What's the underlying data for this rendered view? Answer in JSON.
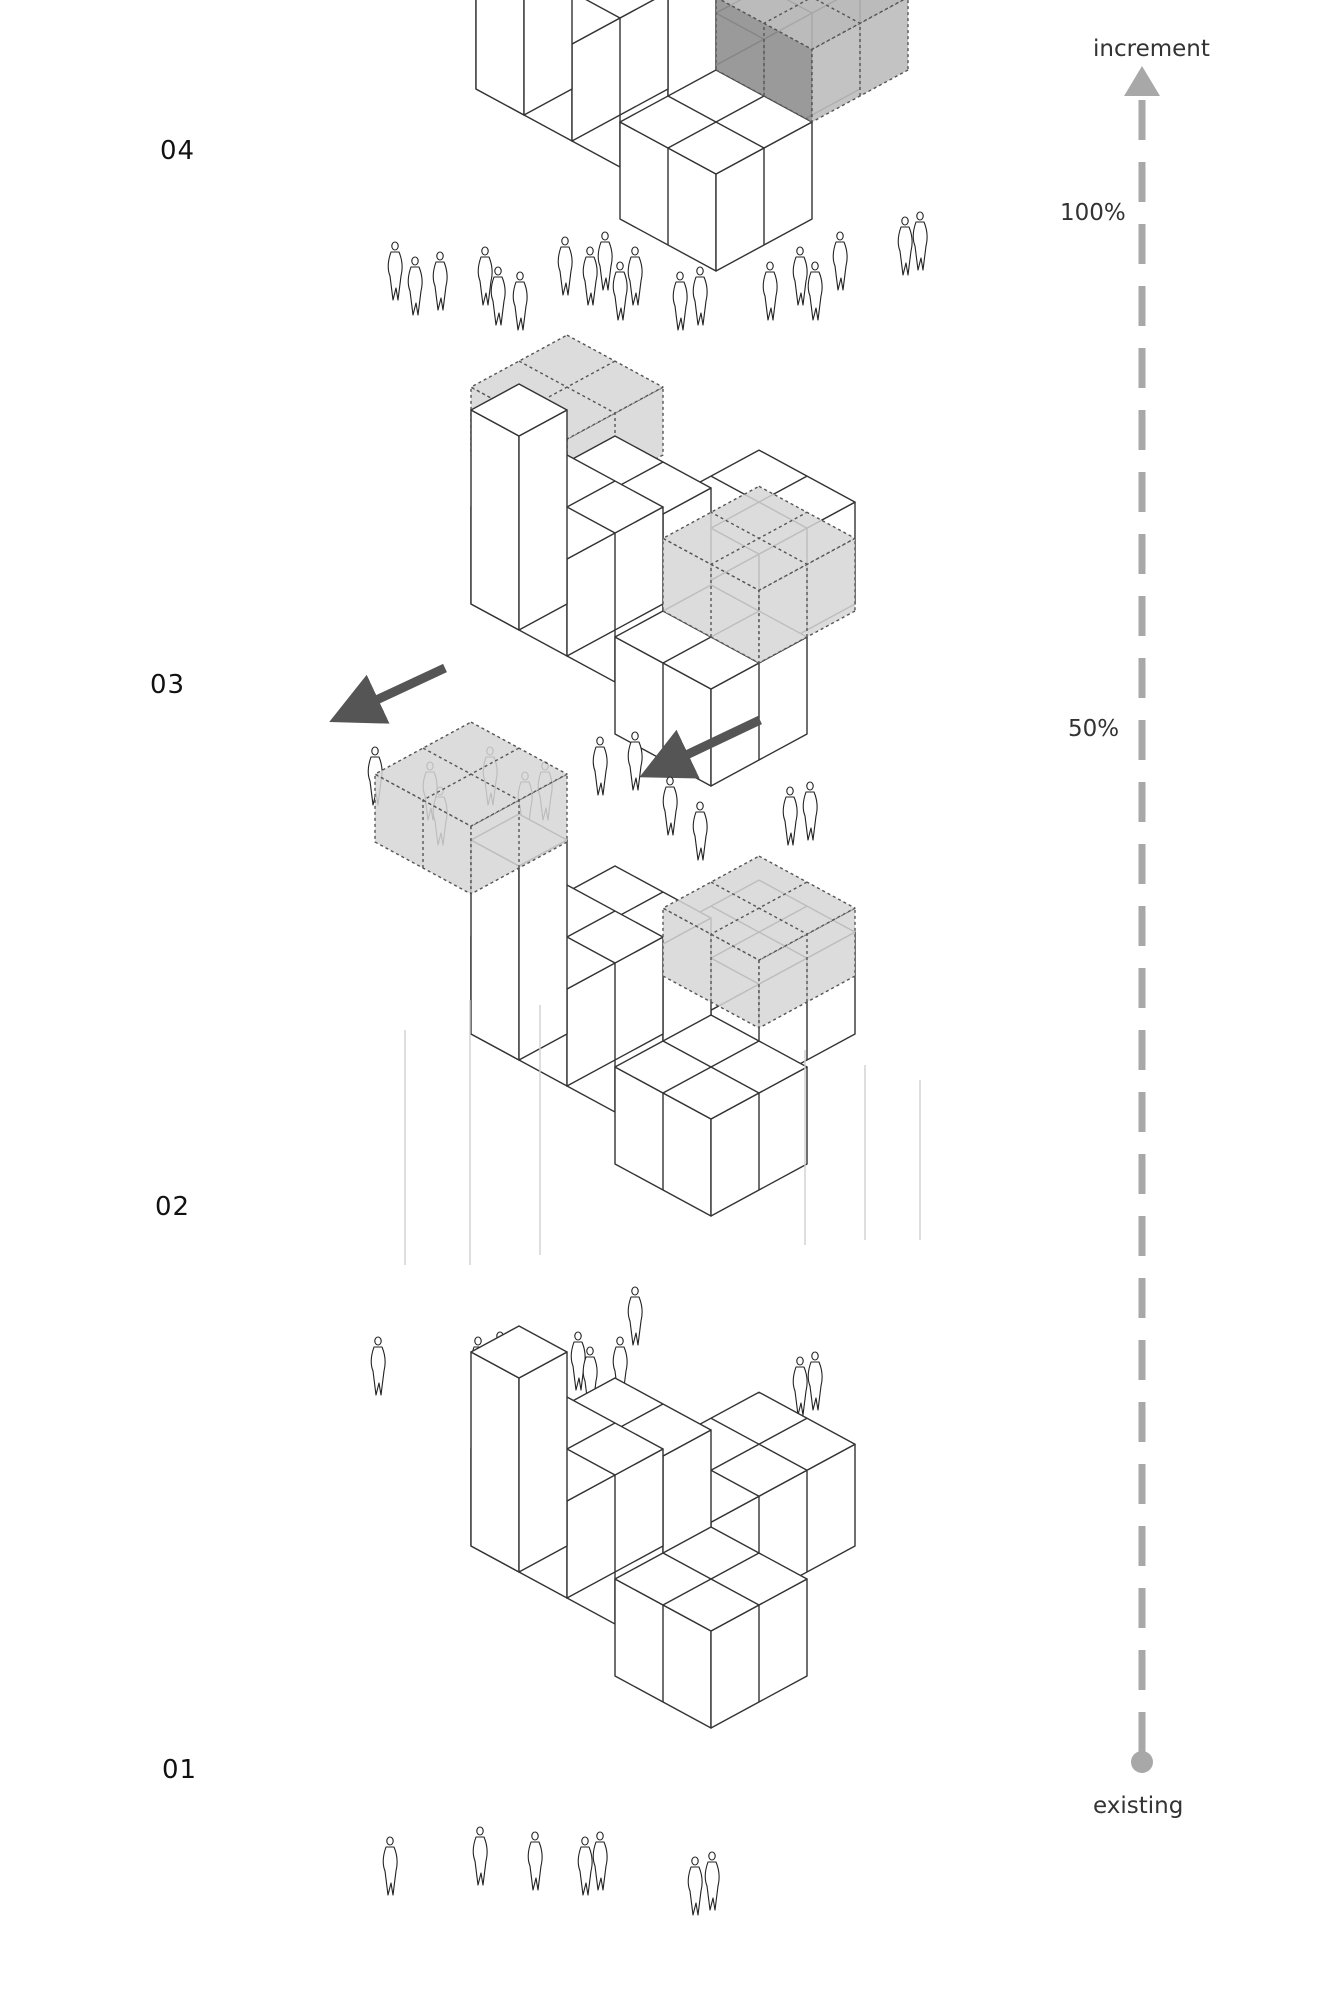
{
  "stages": [
    {
      "label": "04"
    },
    {
      "label": "03"
    },
    {
      "label": "02"
    },
    {
      "label": "01"
    }
  ],
  "axis": {
    "top_label": "increment",
    "bottom_label": "existing",
    "marks": [
      {
        "label": "100%"
      },
      {
        "label": "50%"
      }
    ]
  },
  "colors": {
    "line": "#333333",
    "new_volume_light": "#d6d6d6",
    "new_volume_dark": "#8f8f8f",
    "arrow": "#555555",
    "axis": "#a8a8a8",
    "background": "#ffffff"
  }
}
